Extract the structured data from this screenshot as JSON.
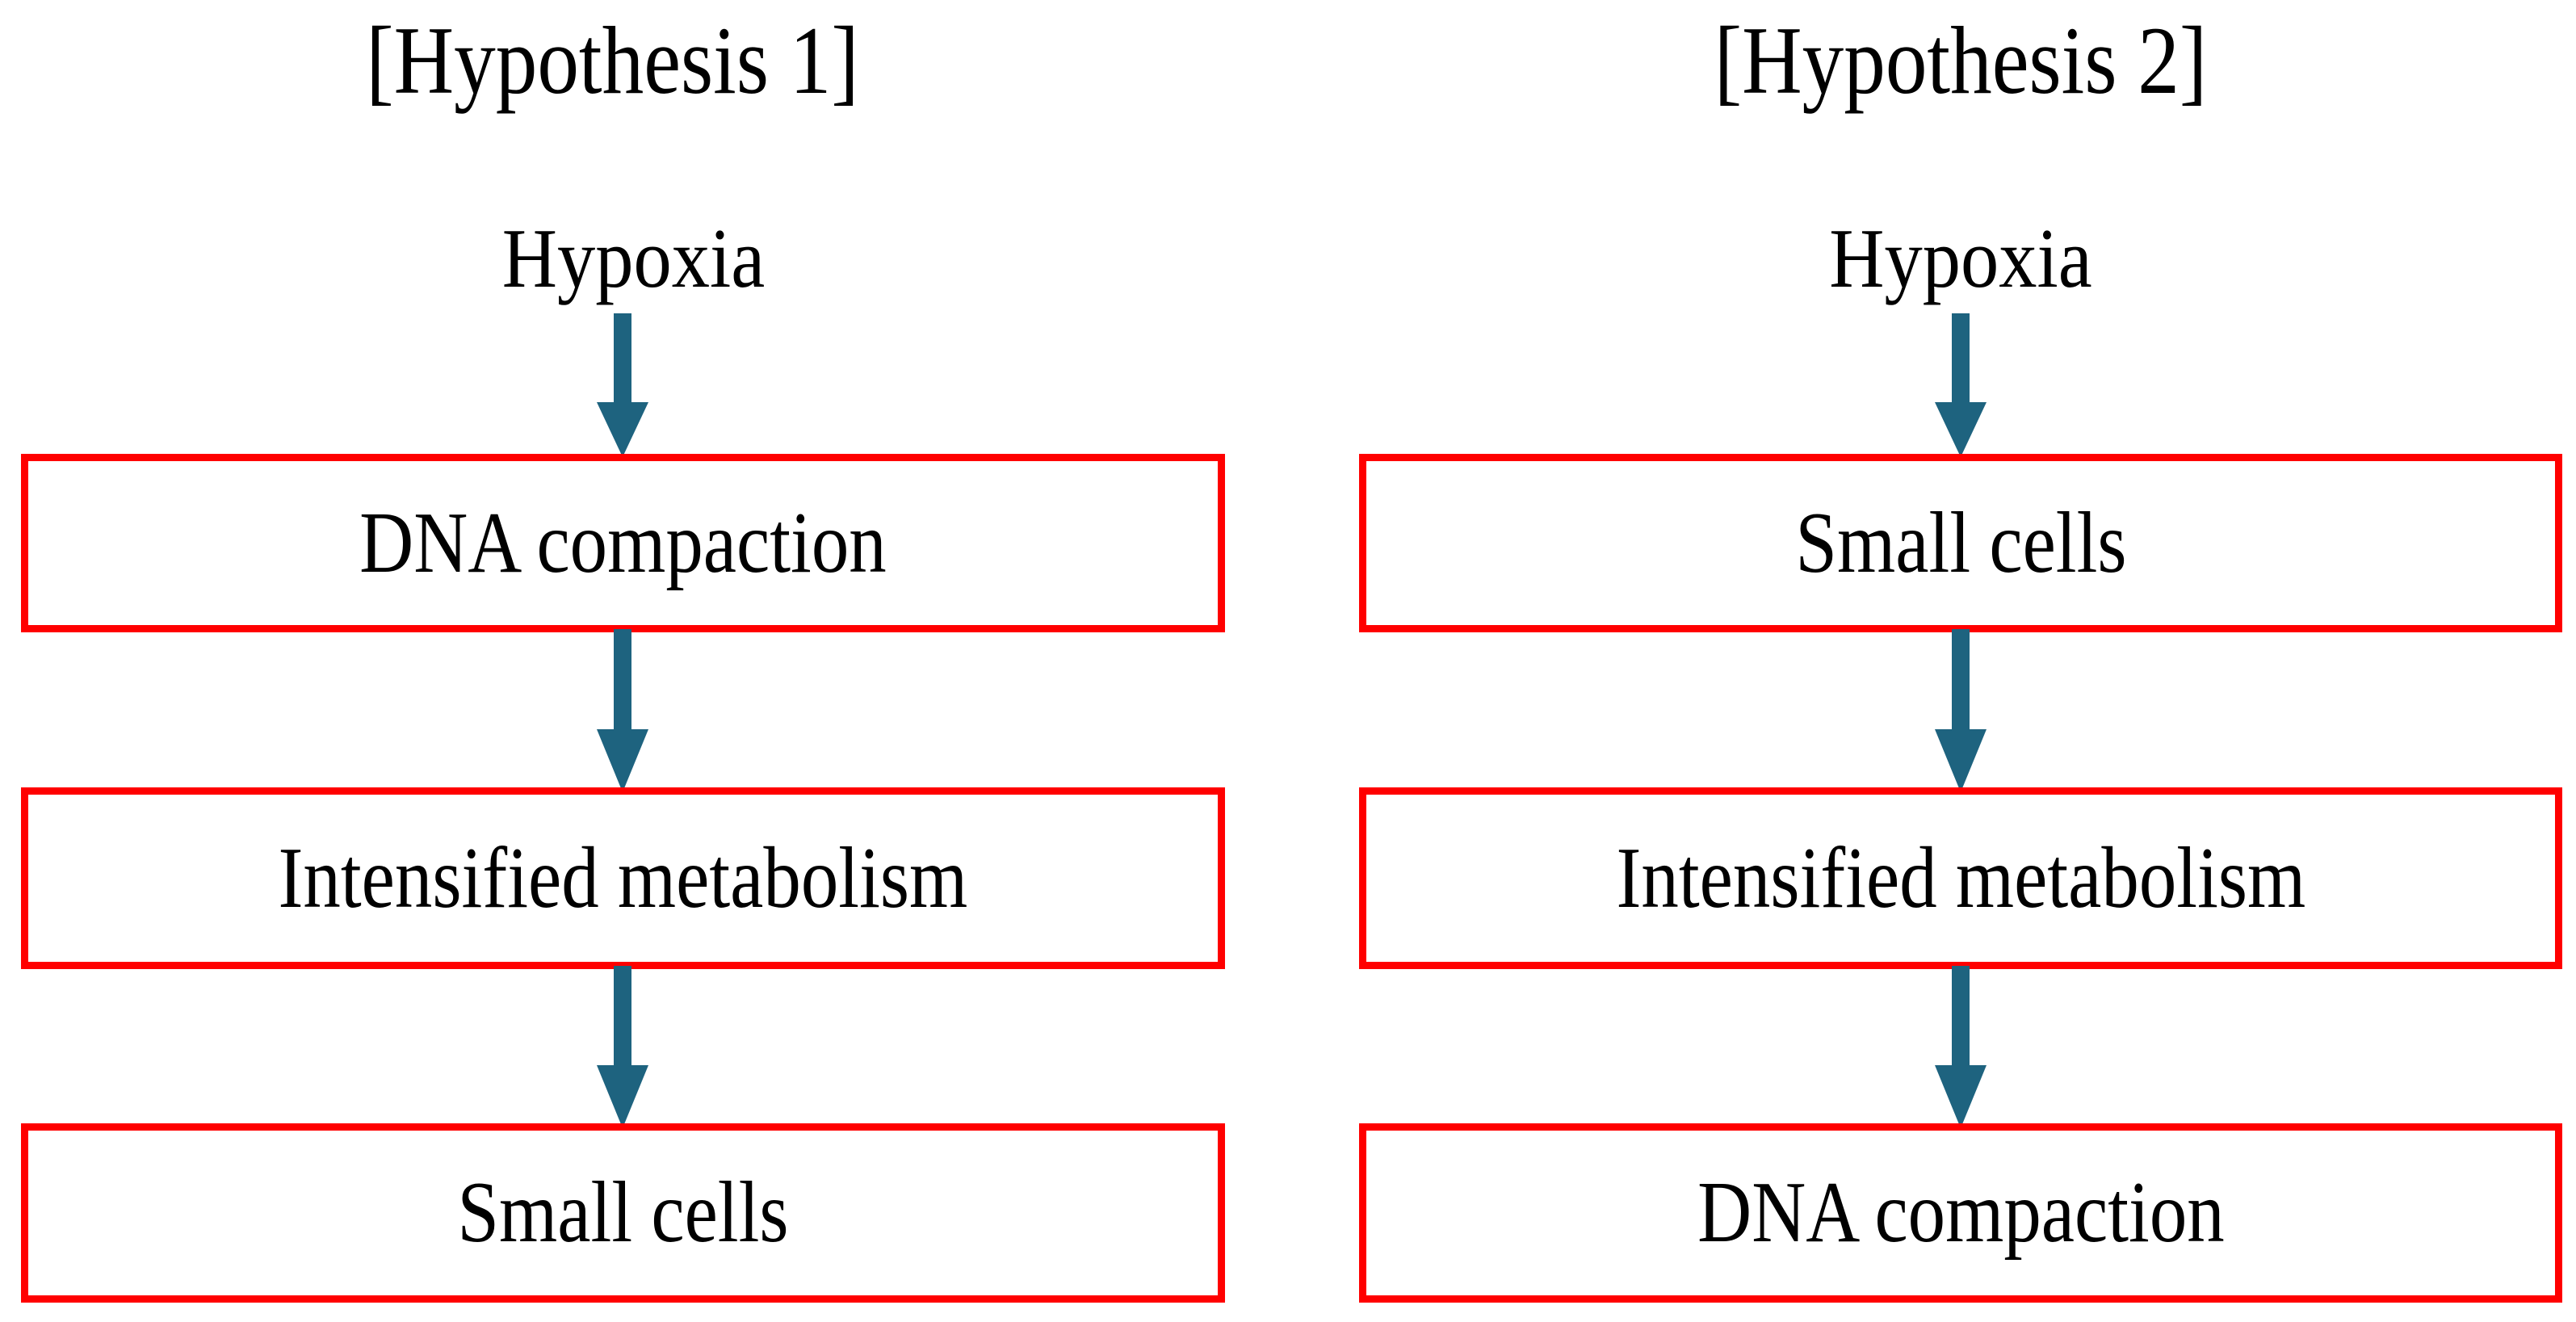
{
  "figure": {
    "background_color": "#ffffff",
    "box_border_color": "#ff0000",
    "arrow_color": "#1e637f",
    "text_color": "#000000"
  },
  "columns": [
    {
      "title": "[Hypothesis 1]",
      "source_label": "Hypoxia",
      "steps": [
        {
          "label": "DNA compaction"
        },
        {
          "label": "Intensified metabolism"
        },
        {
          "label": "Small cells"
        }
      ],
      "arrows": [
        {
          "from": "Hypoxia",
          "to": "DNA compaction",
          "direction": "down"
        },
        {
          "from": "DNA compaction",
          "to": "Intensified metabolism",
          "direction": "down"
        },
        {
          "from": "Intensified metabolism",
          "to": "Small cells",
          "direction": "down"
        }
      ]
    },
    {
      "title": "[Hypothesis 2]",
      "source_label": "Hypoxia",
      "steps": [
        {
          "label": "Small cells"
        },
        {
          "label": "Intensified metabolism"
        },
        {
          "label": "DNA compaction"
        }
      ],
      "arrows": [
        {
          "from": "Hypoxia",
          "to": "Small cells",
          "direction": "down"
        },
        {
          "from": "Small cells",
          "to": "Intensified metabolism",
          "direction": "down"
        },
        {
          "from": "Intensified metabolism",
          "to": "DNA compaction",
          "direction": "down"
        }
      ]
    }
  ]
}
